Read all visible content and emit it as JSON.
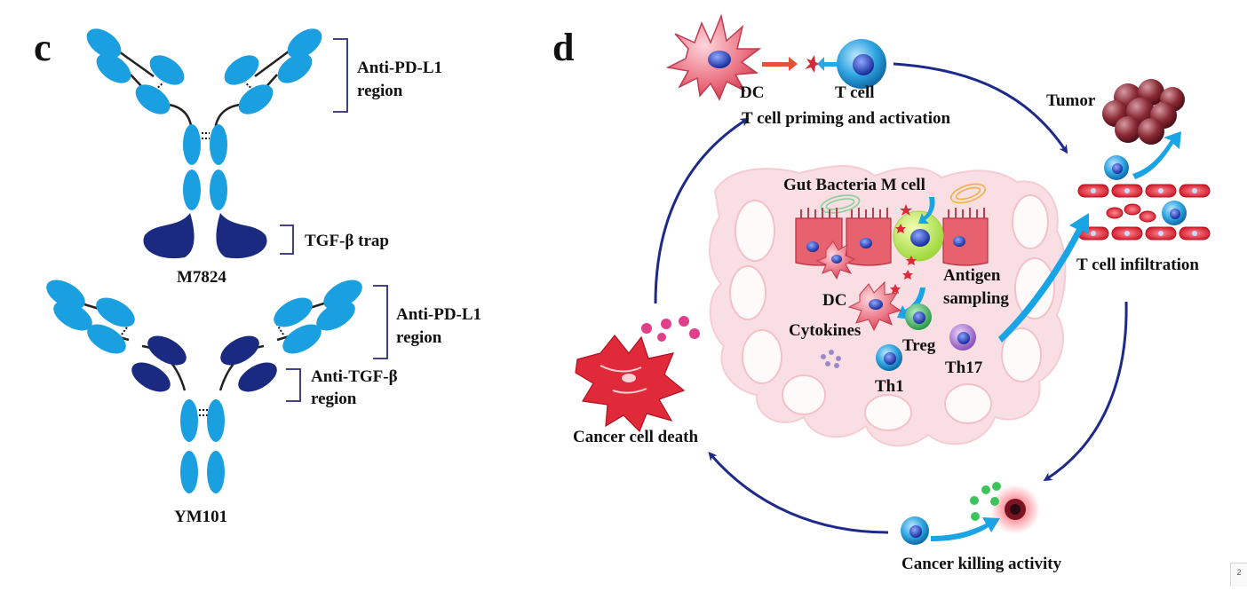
{
  "panels": {
    "c": {
      "letter": "c",
      "antibody1": {
        "name": "M7824",
        "bracket_top": [
          "Anti-PD-L1",
          "region"
        ],
        "bracket_bottom": "TGF-β trap"
      },
      "antibody2": {
        "name": "YM101",
        "bracket_top": [
          "Anti-PD-L1",
          "region"
        ],
        "bracket_bottom": [
          "Anti-TGF-β",
          "region"
        ]
      }
    },
    "d": {
      "letter": "d",
      "labels": {
        "dc_top": "DC",
        "tcell_top": "T cell",
        "priming": "T cell priming and activation",
        "tumor": "Tumor",
        "infiltration": "T cell infiltration",
        "killing": "Cancer killing activity",
        "death": "Cancer cell death",
        "gut": "Gut Bacteria M cell",
        "antigen": [
          "Antigen",
          "sampling"
        ],
        "dc_mid": "DC",
        "cytokines": "Cytokines",
        "treg": "Treg",
        "th17": "Th17",
        "th1": "Th1"
      }
    }
  },
  "colors": {
    "domain_light": "#1aa0e0",
    "domain_dark": "#1a2a80",
    "bracket": "#2a2a7a",
    "cycle_arrow": "#1d2a8a",
    "path_arrow": "#19a4e6",
    "tissue": "#f6c9cf",
    "dc": "#e86a7a",
    "tcell": "#2fa4e0",
    "tumor": "#8a2a35",
    "cancer": "#e02a3a",
    "green_bead": "#3cc45a",
    "magenta_bead": "#e0408a",
    "treg": "#3aa858",
    "th17": "#9a62c0"
  },
  "corner_mark": "2"
}
